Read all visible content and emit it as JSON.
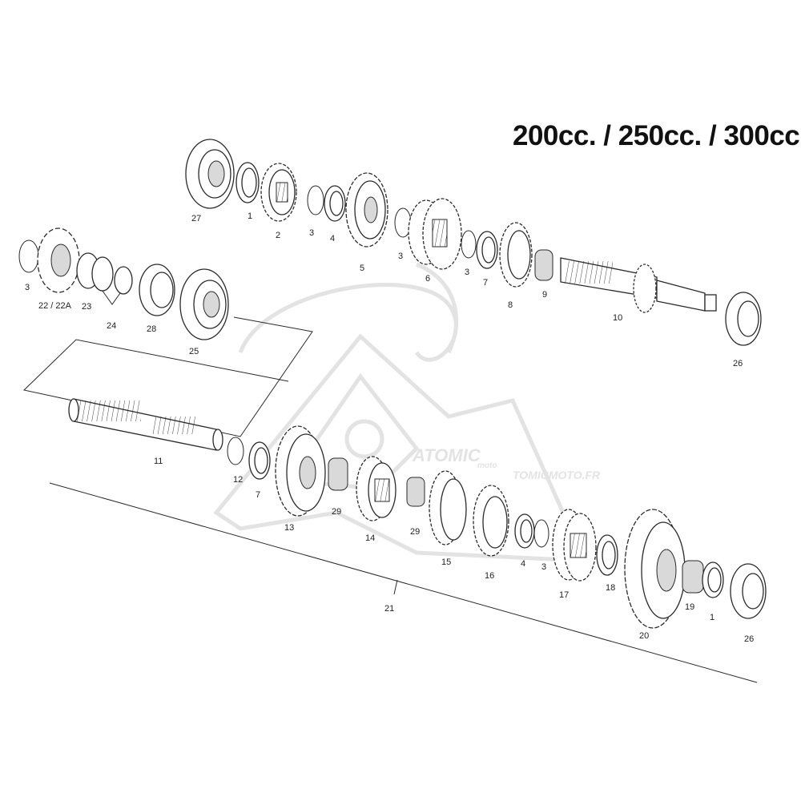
{
  "title": "200cc. / 250cc. / 300cc.",
  "watermark": {
    "logo_text": "ATOMIC",
    "logo_sub": "moto",
    "site": "TOMICMOTO.FR"
  },
  "callouts": {
    "upper_shaft": [
      "27",
      "1",
      "2",
      "3",
      "4",
      "5",
      "3",
      "6",
      "3",
      "7",
      "8",
      "9",
      "10",
      "26"
    ],
    "sprocket_group": [
      "3",
      "22 / 22A",
      "23",
      "24",
      "28",
      "25"
    ],
    "lower_shaft": [
      "11",
      "12",
      "7",
      "13",
      "29",
      "14",
      "29",
      "15",
      "16",
      "4",
      "3",
      "17",
      "18",
      "20",
      "19",
      "1",
      "26"
    ],
    "assembly": [
      "21"
    ]
  },
  "colors": {
    "line": "#2a2a2a",
    "watermark": "#e3e3e3"
  }
}
